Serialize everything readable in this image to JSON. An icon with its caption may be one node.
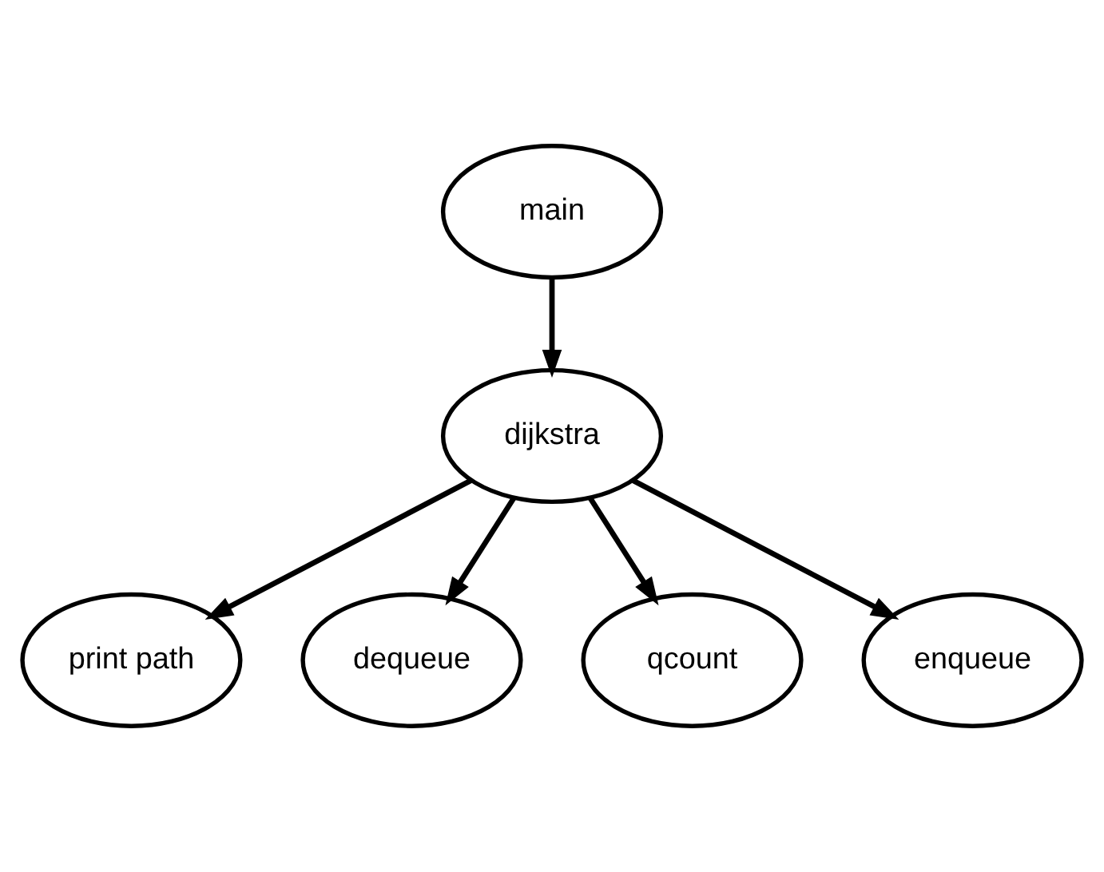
{
  "diagram": {
    "nodes": [
      {
        "text": [
          "main"
        ]
      },
      {
        "text": [
          "dijkstra"
        ]
      },
      {
        "text": [
          "print path"
        ]
      },
      {
        "text": [
          "dequeue"
        ]
      },
      {
        "text": [
          "qcount"
        ]
      },
      {
        "text": [
          "enqueue"
        ]
      }
    ],
    "edges": [
      {
        "from": 0,
        "to": 1,
        "arrow": "to"
      },
      {
        "from": 1,
        "to": 2,
        "arrow": "to"
      },
      {
        "from": 1,
        "to": 4,
        "arrow": "to"
      },
      {
        "from": 1,
        "to": 5,
        "arrow": "to"
      },
      {
        "from": 1,
        "to": 3,
        "arrow": "to"
      }
    ]
  }
}
